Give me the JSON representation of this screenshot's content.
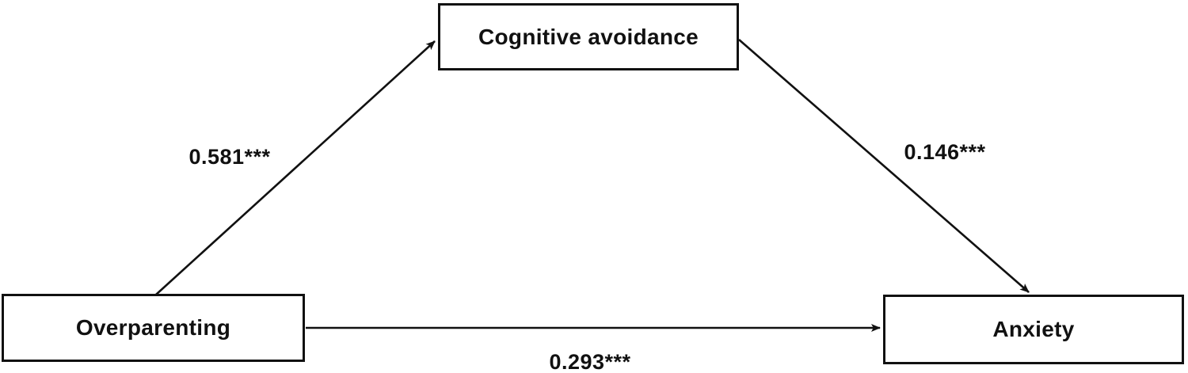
{
  "figure": {
    "kind": "mediation-model",
    "background_color": "#ffffff",
    "ink_color": "#111111"
  },
  "nodes": {
    "cognitive_avoidance": {
      "label": "Cognitive avoidance"
    },
    "overparenting": {
      "label": "Overparenting"
    },
    "anxiety": {
      "label": "Anxiety"
    }
  },
  "paths": {
    "a": {
      "from": "Overparenting",
      "to": "Cognitive avoidance",
      "coefficient": "0.581***"
    },
    "b": {
      "from": "Cognitive avoidance",
      "to": "Anxiety",
      "coefficient": "0.146***"
    },
    "c": {
      "from": "Overparenting",
      "to": "Anxiety",
      "coefficient": "0.293***"
    }
  }
}
